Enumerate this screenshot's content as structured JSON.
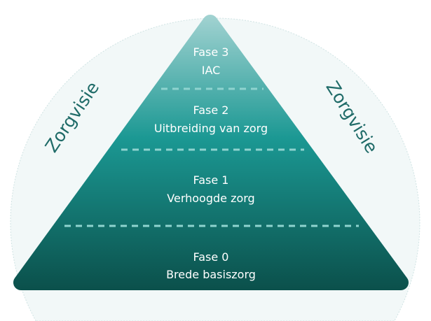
{
  "title": "Zorgpiramide",
  "side_labels": {
    "left": "Zorgvisie",
    "right": "Zorgvisie"
  },
  "phases": [
    {
      "name": "Fase 3",
      "description": "IAC"
    },
    {
      "name": "Fase 2",
      "description": "Uitbreiding van zorg"
    },
    {
      "name": "Fase 1",
      "description": "Verhoogde zorg"
    },
    {
      "name": "Fase 0",
      "description": "Brede basiszorg"
    }
  ],
  "colors": {
    "top": "#a3d3d2",
    "middle": "#1b9893",
    "bottom": "#0b504b",
    "circle": "#f2f8f8",
    "side_text": "#1f6b68"
  }
}
